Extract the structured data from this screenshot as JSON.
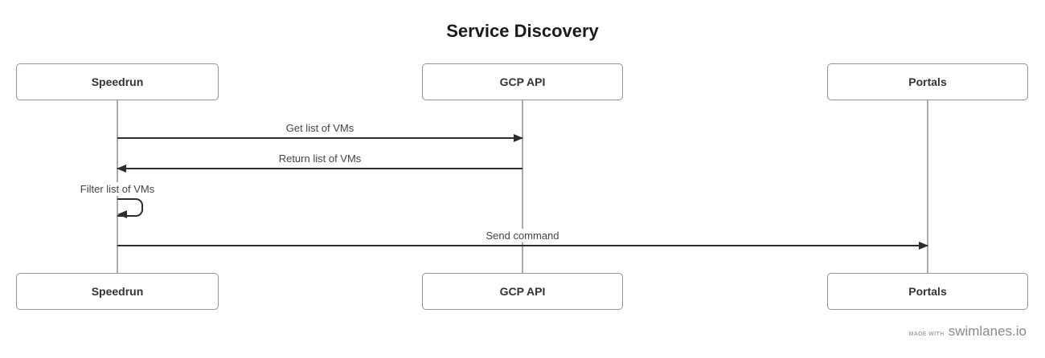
{
  "title": "Service Discovery",
  "diagram_type": "sequence",
  "actors": [
    {
      "name": "Speedrun"
    },
    {
      "name": "GCP API"
    },
    {
      "name": "Portals"
    }
  ],
  "messages": [
    {
      "label": "Get list of VMs",
      "from": "Speedrun",
      "to": "GCP API",
      "style": "solid",
      "direction": "right"
    },
    {
      "label": "Return list of VMs",
      "from": "GCP API",
      "to": "Speedrun",
      "style": "solid",
      "direction": "left"
    },
    {
      "label": "Filter list of VMs",
      "from": "Speedrun",
      "to": "Speedrun",
      "style": "solid",
      "direction": "self"
    },
    {
      "label": "Send command",
      "from": "Speedrun",
      "to": "Portals",
      "style": "solid",
      "direction": "right"
    }
  ],
  "footer": {
    "made_with_label": "MADE WITH",
    "brand": "swimlanes.io"
  },
  "colors": {
    "arrow": "#2d2d2d",
    "box_border": "#949494",
    "lifeline": "#aaaaaa",
    "message_text": "#444444",
    "actor_text": "#333333",
    "title_text": "#1a1a1a",
    "footer_text": "#8a8a8a",
    "background": "#ffffff"
  }
}
